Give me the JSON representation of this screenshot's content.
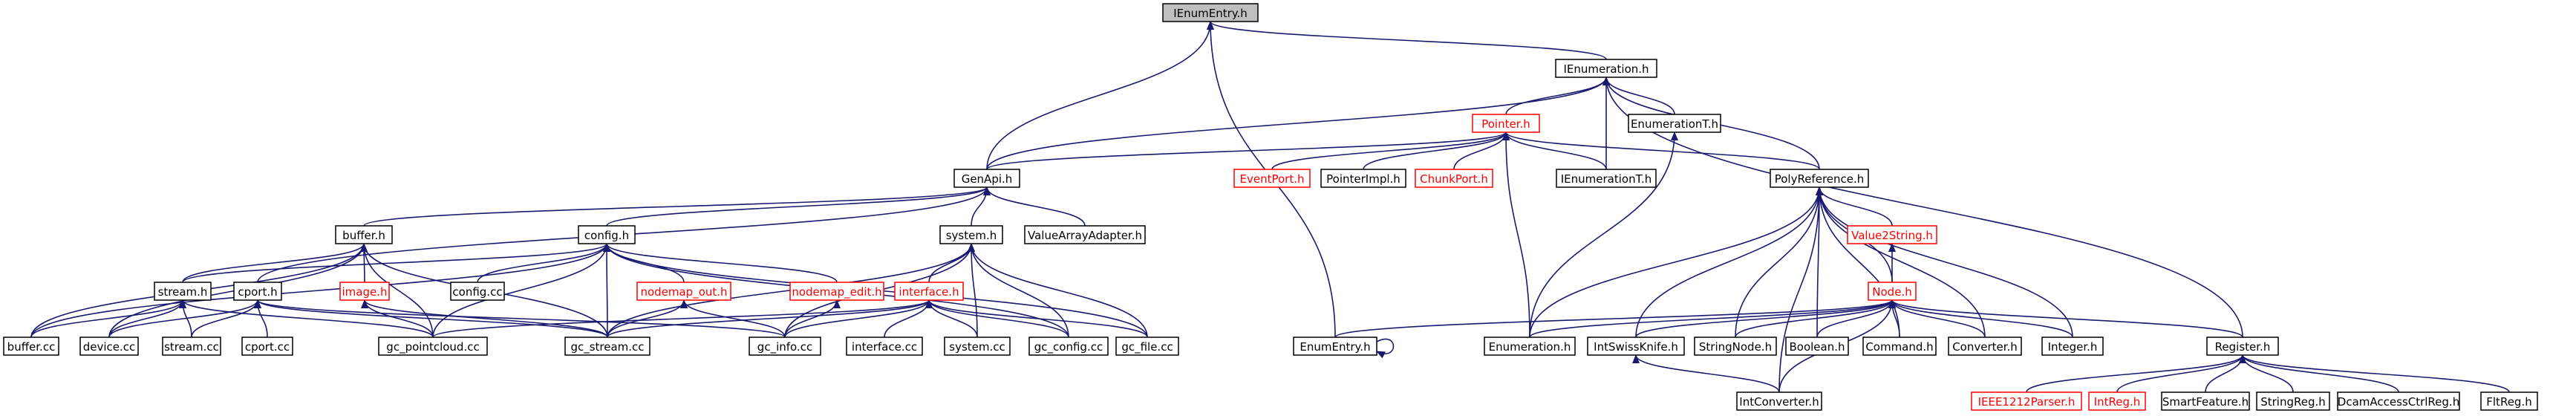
{
  "diagram": {
    "colors": {
      "edge": "#191970",
      "root_fill": "#bfbfbf",
      "node_border": "#000000",
      "missing_border": "#ff0000"
    },
    "nodes": [
      {
        "id": "ienumentry_h",
        "label": "IEnumEntry.h",
        "root": true
      },
      {
        "id": "ienumeration_h",
        "label": "IEnumeration.h"
      },
      {
        "id": "pointer_h",
        "label": "Pointer.h",
        "missing": true
      },
      {
        "id": "enumerationt_h",
        "label": "EnumerationT.h"
      },
      {
        "id": "genapi_h",
        "label": "GenApi.h"
      },
      {
        "id": "eventport_h",
        "label": "EventPort.h",
        "missing": true
      },
      {
        "id": "pointerimpl_h",
        "label": "PointerImpl.h"
      },
      {
        "id": "chunkport_h",
        "label": "ChunkPort.h",
        "missing": true
      },
      {
        "id": "ienumerationt_h",
        "label": "IEnumerationT.h"
      },
      {
        "id": "polyreference_h",
        "label": "PolyReference.h"
      },
      {
        "id": "buffer_h",
        "label": "buffer.h"
      },
      {
        "id": "config_h",
        "label": "config.h"
      },
      {
        "id": "system_h",
        "label": "system.h"
      },
      {
        "id": "valuearrayadapter_h",
        "label": "ValueArrayAdapter.h"
      },
      {
        "id": "value2string_h",
        "label": "Value2String.h",
        "missing": true
      },
      {
        "id": "stream_h",
        "label": "stream.h"
      },
      {
        "id": "cport_h",
        "label": "cport.h"
      },
      {
        "id": "image_h",
        "label": "image.h",
        "missing": true
      },
      {
        "id": "config_cc",
        "label": "config.cc"
      },
      {
        "id": "nodemap_out_h",
        "label": "nodemap_out.h",
        "missing": true
      },
      {
        "id": "nodemap_edit_h",
        "label": "nodemap_edit.h",
        "missing": true
      },
      {
        "id": "interface_h",
        "label": "interface.h",
        "missing": true
      },
      {
        "id": "node_h",
        "label": "Node.h",
        "missing": true
      },
      {
        "id": "register_h",
        "label": "Register.h"
      },
      {
        "id": "buffer_cc",
        "label": "buffer.cc"
      },
      {
        "id": "device_cc",
        "label": "device.cc"
      },
      {
        "id": "stream_cc",
        "label": "stream.cc"
      },
      {
        "id": "cport_cc",
        "label": "cport.cc"
      },
      {
        "id": "gc_pointcloud_cc",
        "label": "gc_pointcloud.cc"
      },
      {
        "id": "gc_stream_cc",
        "label": "gc_stream.cc"
      },
      {
        "id": "gc_info_cc",
        "label": "gc_info.cc"
      },
      {
        "id": "interface_cc",
        "label": "interface.cc"
      },
      {
        "id": "system_cc",
        "label": "system.cc"
      },
      {
        "id": "gc_config_cc",
        "label": "gc_config.cc"
      },
      {
        "id": "gc_file_cc",
        "label": "gc_file.cc"
      },
      {
        "id": "enumentry_h",
        "label": "EnumEntry.h"
      },
      {
        "id": "enumeration_h",
        "label": "Enumeration.h"
      },
      {
        "id": "intswissknife_h",
        "label": "IntSwissKnife.h"
      },
      {
        "id": "stringnode_h",
        "label": "StringNode.h"
      },
      {
        "id": "boolean_h",
        "label": "Boolean.h"
      },
      {
        "id": "command_h",
        "label": "Command.h"
      },
      {
        "id": "converter_h",
        "label": "Converter.h"
      },
      {
        "id": "integer_h",
        "label": "Integer.h"
      },
      {
        "id": "intconverter_h",
        "label": "IntConverter.h"
      },
      {
        "id": "ieee1212parser_h",
        "label": "IEEE1212Parser.h",
        "missing": true
      },
      {
        "id": "intreg_h",
        "label": "IntReg.h",
        "missing": true
      },
      {
        "id": "smartfeature_h",
        "label": "SmartFeature.h"
      },
      {
        "id": "stringreg_h",
        "label": "StringReg.h"
      },
      {
        "id": "dcamaccessctrlreg_h",
        "label": "DcamAccessCtrlReg.h"
      },
      {
        "id": "fltreg_h",
        "label": "FltReg.h"
      }
    ],
    "edges": [
      [
        "ienumeration_h",
        "ienumentry_h"
      ],
      [
        "genapi_h",
        "ienumentry_h"
      ],
      [
        "enumentry_h",
        "ienumentry_h"
      ],
      [
        "pointer_h",
        "ienumeration_h"
      ],
      [
        "enumerationt_h",
        "ienumeration_h"
      ],
      [
        "ienumerationt_h",
        "ienumeration_h"
      ],
      [
        "polyreference_h",
        "ienumeration_h"
      ],
      [
        "register_h",
        "ienumeration_h"
      ],
      [
        "genapi_h",
        "ienumeration_h"
      ],
      [
        "genapi_h",
        "pointer_h"
      ],
      [
        "eventport_h",
        "pointer_h"
      ],
      [
        "pointerimpl_h",
        "pointer_h"
      ],
      [
        "chunkport_h",
        "pointer_h"
      ],
      [
        "ienumerationt_h",
        "pointer_h"
      ],
      [
        "polyreference_h",
        "pointer_h"
      ],
      [
        "enumeration_h",
        "pointer_h"
      ],
      [
        "enumeration_h",
        "enumerationt_h"
      ],
      [
        "buffer_h",
        "genapi_h"
      ],
      [
        "config_h",
        "genapi_h"
      ],
      [
        "system_h",
        "genapi_h"
      ],
      [
        "valuearrayadapter_h",
        "genapi_h"
      ],
      [
        "cport_h",
        "genapi_h"
      ],
      [
        "value2string_h",
        "polyreference_h"
      ],
      [
        "node_h",
        "polyreference_h"
      ],
      [
        "enumeration_h",
        "polyreference_h"
      ],
      [
        "intswissknife_h",
        "polyreference_h"
      ],
      [
        "stringnode_h",
        "polyreference_h"
      ],
      [
        "boolean_h",
        "polyreference_h"
      ],
      [
        "command_h",
        "polyreference_h"
      ],
      [
        "converter_h",
        "polyreference_h"
      ],
      [
        "integer_h",
        "polyreference_h"
      ],
      [
        "intconverter_h",
        "polyreference_h"
      ],
      [
        "node_h",
        "value2string_h"
      ],
      [
        "enumentry_h",
        "node_h"
      ],
      [
        "enumeration_h",
        "node_h"
      ],
      [
        "intswissknife_h",
        "node_h"
      ],
      [
        "stringnode_h",
        "node_h"
      ],
      [
        "boolean_h",
        "node_h"
      ],
      [
        "command_h",
        "node_h"
      ],
      [
        "converter_h",
        "node_h"
      ],
      [
        "integer_h",
        "node_h"
      ],
      [
        "register_h",
        "node_h"
      ],
      [
        "intconverter_h",
        "node_h"
      ],
      [
        "intconverter_h",
        "intswissknife_h"
      ],
      [
        "ieee1212parser_h",
        "register_h"
      ],
      [
        "intreg_h",
        "register_h"
      ],
      [
        "smartfeature_h",
        "register_h"
      ],
      [
        "stringreg_h",
        "register_h"
      ],
      [
        "dcamaccessctrlreg_h",
        "register_h"
      ],
      [
        "fltreg_h",
        "register_h"
      ],
      [
        "stream_h",
        "buffer_h"
      ],
      [
        "image_h",
        "buffer_h"
      ],
      [
        "buffer_cc",
        "buffer_h"
      ],
      [
        "device_cc",
        "buffer_h"
      ],
      [
        "gc_pointcloud_cc",
        "buffer_h"
      ],
      [
        "gc_stream_cc",
        "buffer_h"
      ],
      [
        "stream_h",
        "config_h"
      ],
      [
        "config_cc",
        "config_h"
      ],
      [
        "nodemap_out_h",
        "config_h"
      ],
      [
        "nodemap_edit_h",
        "config_h"
      ],
      [
        "buffer_cc",
        "config_h"
      ],
      [
        "gc_pointcloud_cc",
        "config_h"
      ],
      [
        "gc_stream_cc",
        "config_h"
      ],
      [
        "gc_config_cc",
        "config_h"
      ],
      [
        "gc_file_cc",
        "config_h"
      ],
      [
        "interface_h",
        "system_h"
      ],
      [
        "gc_stream_cc",
        "system_h"
      ],
      [
        "gc_info_cc",
        "system_h"
      ],
      [
        "system_cc",
        "system_h"
      ],
      [
        "gc_config_cc",
        "system_h"
      ],
      [
        "gc_file_cc",
        "system_h"
      ],
      [
        "buffer_cc",
        "stream_h"
      ],
      [
        "device_cc",
        "stream_h"
      ],
      [
        "stream_cc",
        "stream_h"
      ],
      [
        "gc_pointcloud_cc",
        "stream_h"
      ],
      [
        "device_cc",
        "cport_h"
      ],
      [
        "stream_cc",
        "cport_h"
      ],
      [
        "cport_cc",
        "cport_h"
      ],
      [
        "gc_stream_cc",
        "cport_h"
      ],
      [
        "gc_info_cc",
        "cport_h"
      ],
      [
        "gc_pointcloud_cc",
        "image_h"
      ],
      [
        "gc_stream_cc",
        "image_h"
      ],
      [
        "gc_stream_cc",
        "nodemap_out_h"
      ],
      [
        "gc_info_cc",
        "nodemap_out_h"
      ],
      [
        "gc_info_cc",
        "nodemap_edit_h"
      ],
      [
        "gc_pointcloud_cc",
        "interface_h"
      ],
      [
        "gc_stream_cc",
        "interface_h"
      ],
      [
        "gc_info_cc",
        "interface_h"
      ],
      [
        "interface_cc",
        "interface_h"
      ],
      [
        "system_cc",
        "interface_h"
      ],
      [
        "gc_config_cc",
        "interface_h"
      ],
      [
        "gc_file_cc",
        "interface_h"
      ],
      [
        "enumentry_h",
        "enumentry_h"
      ]
    ]
  }
}
